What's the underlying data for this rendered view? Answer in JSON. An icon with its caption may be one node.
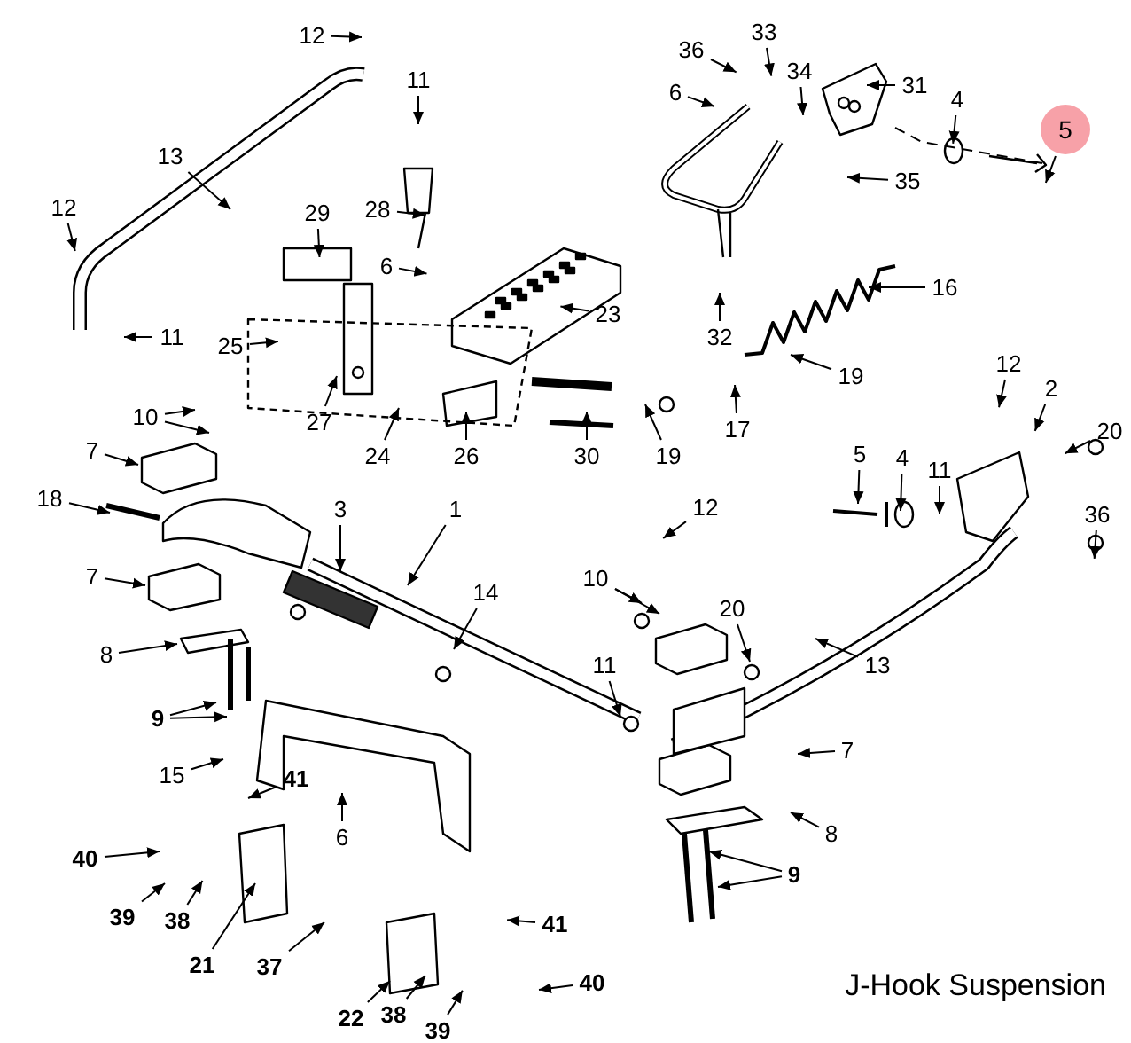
{
  "diagram": {
    "caption": "J-Hook Suspension",
    "nodes": [
      {
        "text": [
          "12"
        ]
      },
      {
        "text": [
          "36"
        ]
      },
      {
        "text": [
          "33"
        ]
      },
      {
        "text": [
          "11"
        ]
      },
      {
        "text": [
          "34"
        ]
      },
      {
        "text": [
          "6"
        ]
      },
      {
        "text": [
          "31"
        ]
      },
      {
        "text": [
          "4"
        ]
      },
      {
        "text": [
          "5"
        ]
      },
      {
        "text": [
          "13"
        ]
      },
      {
        "text": [
          "28"
        ]
      },
      {
        "text": [
          "35"
        ]
      },
      {
        "text": [
          "12"
        ]
      },
      {
        "text": [
          "29"
        ]
      },
      {
        "text": [
          "6"
        ]
      },
      {
        "text": [
          "16"
        ]
      },
      {
        "text": [
          "32"
        ]
      },
      {
        "text": [
          "11"
        ]
      },
      {
        "text": [
          "23"
        ]
      },
      {
        "text": [
          "25"
        ]
      },
      {
        "text": [
          "19"
        ]
      },
      {
        "text": [
          "10"
        ]
      },
      {
        "text": [
          "27"
        ]
      },
      {
        "text": [
          "24"
        ]
      },
      {
        "text": [
          "26"
        ]
      },
      {
        "text": [
          "30"
        ]
      },
      {
        "text": [
          "19"
        ]
      },
      {
        "text": [
          "17"
        ]
      },
      {
        "text": [
          "12"
        ]
      },
      {
        "text": [
          "2"
        ]
      },
      {
        "text": [
          "7"
        ]
      },
      {
        "text": [
          "5"
        ]
      },
      {
        "text": [
          "4"
        ]
      },
      {
        "text": [
          "11"
        ]
      },
      {
        "text": [
          "20"
        ]
      },
      {
        "text": [
          "18"
        ]
      },
      {
        "text": [
          "3"
        ]
      },
      {
        "text": [
          "1"
        ]
      },
      {
        "text": [
          "12"
        ]
      },
      {
        "text": [
          "36"
        ]
      },
      {
        "text": [
          "7"
        ]
      },
      {
        "text": [
          "14"
        ]
      },
      {
        "text": [
          "10"
        ]
      },
      {
        "text": [
          "8"
        ]
      },
      {
        "text": [
          "20"
        ]
      },
      {
        "text": [
          "11"
        ]
      },
      {
        "text": [
          "9"
        ]
      },
      {
        "text": [
          "13"
        ]
      },
      {
        "text": [
          "15"
        ]
      },
      {
        "text": [
          "41"
        ]
      },
      {
        "text": [
          "7"
        ]
      },
      {
        "text": [
          "6"
        ]
      },
      {
        "text": [
          "8"
        ]
      },
      {
        "text": [
          "40"
        ]
      },
      {
        "text": [
          "9"
        ]
      },
      {
        "text": [
          "39"
        ]
      },
      {
        "text": [
          "38"
        ]
      },
      {
        "text": [
          "21"
        ]
      },
      {
        "text": [
          "37"
        ]
      },
      {
        "text": [
          "41"
        ]
      },
      {
        "text": [
          "22"
        ]
      },
      {
        "text": [
          "38"
        ]
      },
      {
        "text": [
          "40"
        ]
      },
      {
        "text": [
          "39"
        ]
      }
    ],
    "edges": [
      {
        "from": 0,
        "to": null,
        "arrow": "to"
      },
      {
        "from": 1,
        "to": null,
        "arrow": "to"
      },
      {
        "from": 2,
        "to": null,
        "arrow": "to"
      },
      {
        "from": 3,
        "to": null,
        "arrow": "to"
      },
      {
        "from": 4,
        "to": null,
        "arrow": "to"
      },
      {
        "from": 5,
        "to": null,
        "arrow": "to"
      },
      {
        "from": 6,
        "to": null,
        "arrow": "to"
      },
      {
        "from": 7,
        "to": null,
        "arrow": "to"
      },
      {
        "from": 8,
        "to": null,
        "arrow": "to"
      },
      {
        "from": 9,
        "to": null,
        "arrow": "to"
      },
      {
        "from": 10,
        "to": null,
        "arrow": "to"
      },
      {
        "from": 11,
        "to": null,
        "arrow": "to"
      },
      {
        "from": 12,
        "to": null,
        "arrow": "to"
      },
      {
        "from": 13,
        "to": null,
        "arrow": "to"
      },
      {
        "from": 14,
        "to": null,
        "arrow": "to"
      },
      {
        "from": 15,
        "to": null,
        "arrow": "to"
      },
      {
        "from": 16,
        "to": null,
        "arrow": "to"
      },
      {
        "from": 17,
        "to": null,
        "arrow": "to"
      },
      {
        "from": 18,
        "to": null,
        "arrow": "to"
      },
      {
        "from": 19,
        "to": null,
        "arrow": "to"
      },
      {
        "from": 20,
        "to": null,
        "arrow": "to"
      },
      {
        "from": 21,
        "to": null,
        "arrow": "to"
      },
      {
        "from": 21,
        "to": null,
        "arrow": "to"
      },
      {
        "from": 22,
        "to": null,
        "arrow": "to"
      },
      {
        "from": 23,
        "to": null,
        "arrow": "to"
      },
      {
        "from": 24,
        "to": null,
        "arrow": "to"
      },
      {
        "from": 25,
        "to": null,
        "arrow": "to"
      },
      {
        "from": 26,
        "to": null,
        "arrow": "to"
      },
      {
        "from": 27,
        "to": null,
        "arrow": "to"
      },
      {
        "from": 28,
        "to": null,
        "arrow": "to"
      },
      {
        "from": 29,
        "to": null,
        "arrow": "to"
      },
      {
        "from": 30,
        "to": null,
        "arrow": "to"
      },
      {
        "from": 31,
        "to": null,
        "arrow": "to"
      },
      {
        "from": 32,
        "to": null,
        "arrow": "to"
      },
      {
        "from": 33,
        "to": null,
        "arrow": "to"
      },
      {
        "from": 34,
        "to": null,
        "arrow": "to"
      },
      {
        "from": 35,
        "to": null,
        "arrow": "to"
      },
      {
        "from": 36,
        "to": null,
        "arrow": "to"
      },
      {
        "from": 37,
        "to": null,
        "arrow": "to"
      },
      {
        "from": 38,
        "to": null,
        "arrow": "to"
      },
      {
        "from": 39,
        "to": null,
        "arrow": "to"
      },
      {
        "from": 40,
        "to": null,
        "arrow": "to"
      },
      {
        "from": 41,
        "to": null,
        "arrow": "to"
      },
      {
        "from": 42,
        "to": null,
        "arrow": "to"
      },
      {
        "from": 42,
        "to": null,
        "arrow": "to"
      },
      {
        "from": 43,
        "to": null,
        "arrow": "to"
      },
      {
        "from": 44,
        "to": null,
        "arrow": "to"
      },
      {
        "from": 45,
        "to": null,
        "arrow": "to"
      },
      {
        "from": 46,
        "to": null,
        "arrow": "to"
      },
      {
        "from": 46,
        "to": null,
        "arrow": "to"
      },
      {
        "from": 47,
        "to": null,
        "arrow": "to"
      },
      {
        "from": 48,
        "to": null,
        "arrow": "to"
      },
      {
        "from": 49,
        "to": null,
        "arrow": "to"
      },
      {
        "from": 50,
        "to": null,
        "arrow": "to"
      },
      {
        "from": 51,
        "to": null,
        "arrow": "to"
      },
      {
        "from": 52,
        "to": null,
        "arrow": "to"
      },
      {
        "from": 53,
        "to": null,
        "arrow": "to"
      },
      {
        "from": 54,
        "to": null,
        "arrow": "to"
      },
      {
        "from": 54,
        "to": null,
        "arrow": "to"
      },
      {
        "from": 55,
        "to": null,
        "arrow": "to"
      },
      {
        "from": 56,
        "to": null,
        "arrow": "to"
      },
      {
        "from": 57,
        "to": null,
        "arrow": "to"
      },
      {
        "from": 58,
        "to": null,
        "arrow": "to"
      },
      {
        "from": 59,
        "to": null,
        "arrow": "to"
      },
      {
        "from": 60,
        "to": null,
        "arrow": "to"
      },
      {
        "from": 61,
        "to": null,
        "arrow": "to"
      },
      {
        "from": 62,
        "to": null,
        "arrow": "to"
      },
      {
        "from": 63,
        "to": null,
        "arrow": "to"
      }
    ]
  }
}
